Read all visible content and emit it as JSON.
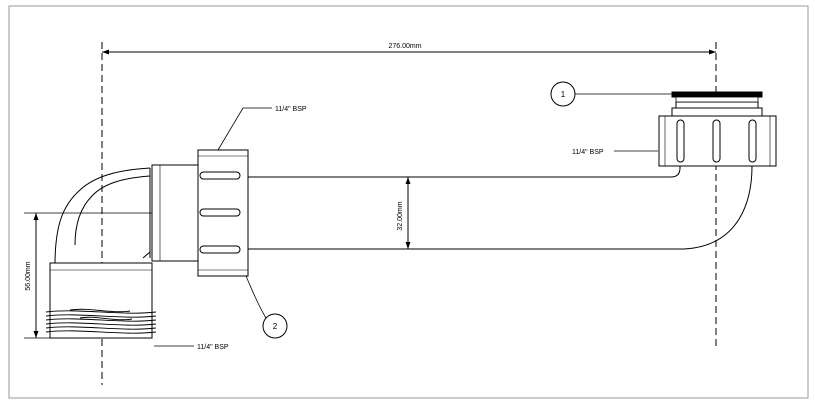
{
  "dimensions": {
    "overall_length": "276.00mm",
    "pipe_diameter": "32.00mm",
    "height": "56.00mm"
  },
  "labels": {
    "bsp_upper_nut": "11/4\" BSP",
    "bsp_right_nut": "11/4\" BSP",
    "bsp_bottom_thread": "11/4\" BSP"
  },
  "callouts": {
    "item_1": "1",
    "item_2": "2"
  }
}
